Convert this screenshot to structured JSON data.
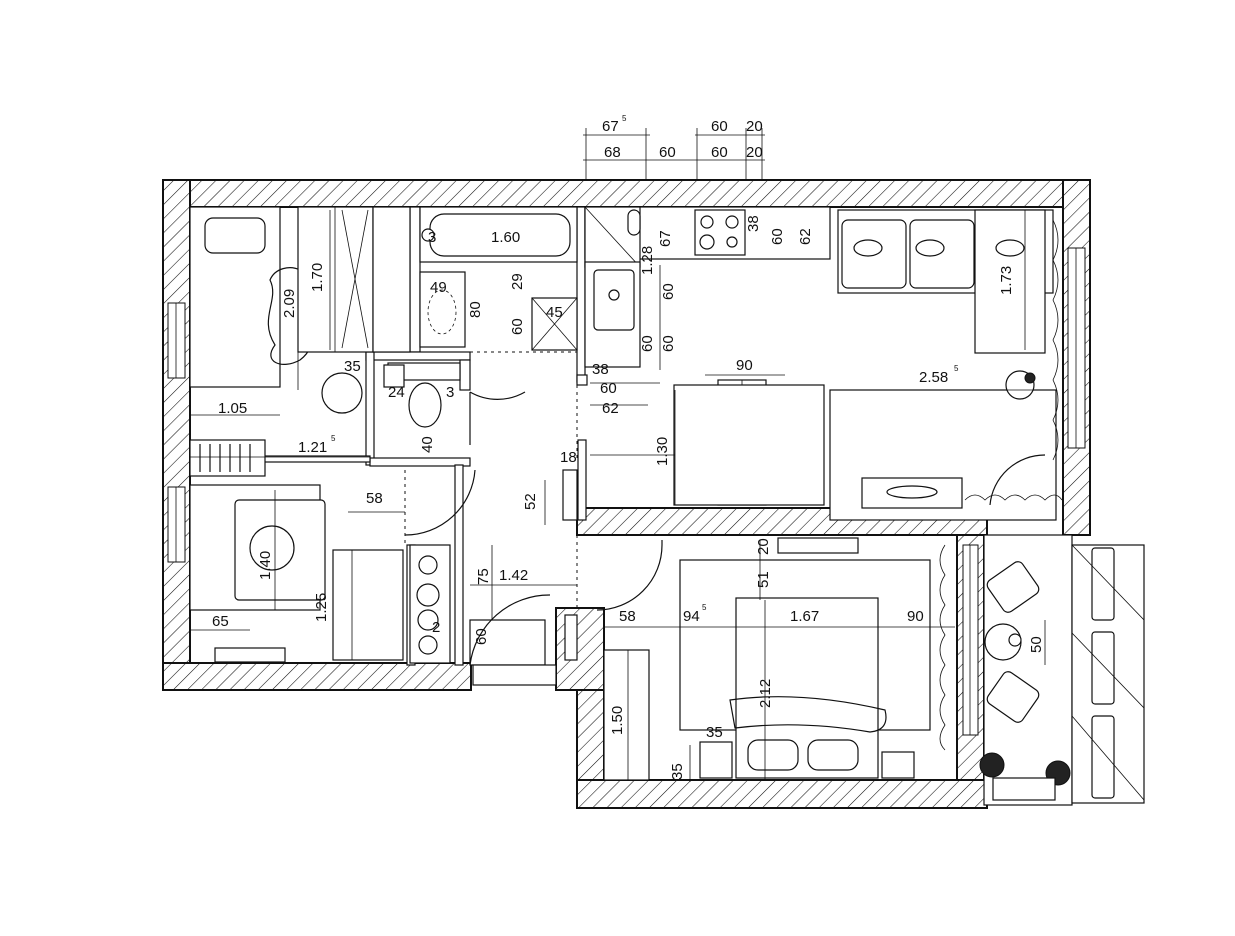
{
  "dimensions": {
    "top_67": "67",
    "top_67_sup": "5",
    "top_60a": "60",
    "top_20a": "20",
    "top_68": "68",
    "top_60b": "60",
    "top_60c": "60",
    "top_20b": "20",
    "bed1_len": "2.09",
    "wardrobe": "1.70",
    "bath_160": "1.60",
    "bath_3": "3",
    "bath_49": "49",
    "bath_80": "80",
    "bath_29": "29",
    "bath_45": "45",
    "bath_60": "60",
    "wc_35": "35",
    "wc_24": "24",
    "wc_3": "3",
    "wc_40": "40",
    "room1_105": "1.05",
    "room1_121": "1.21",
    "room1_121_sup": "5",
    "desk_58": "58",
    "desk_140": "1.40",
    "desk_125": "1.25",
    "desk_65": "65",
    "k_67": "67",
    "k_128": "1.28",
    "k_38a": "38",
    "k_60a": "60",
    "k_62a": "62",
    "k_60b": "60",
    "k_60c": "60",
    "k_60d": "60",
    "k_38b": "38",
    "k_60e": "60",
    "k_62b": "62",
    "sofa_173": "1.73",
    "liv_258": "2.58",
    "liv_258_sup": "5",
    "table_90": "90",
    "liv_130": "1.30",
    "hall_18": "18",
    "hall_52": "52",
    "hall_142": "1.42",
    "hall_75": "75",
    "hall_60": "60",
    "hall_2": "2",
    "bed2_20": "20",
    "bed2_51": "51",
    "bed2_58": "58",
    "bed2_94": "94",
    "bed2_94_sup": "5",
    "bed2_167": "1.67",
    "bed2_90": "90",
    "bed2_212": "2.12",
    "bed2_150": "1.50",
    "bed2_35a": "35",
    "bed2_35b": "35",
    "balc_50": "50"
  }
}
